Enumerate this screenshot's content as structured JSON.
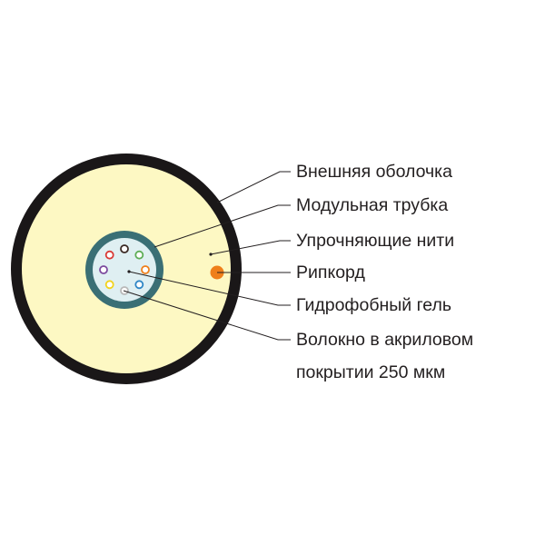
{
  "colors": {
    "outer_sheath": "#1a1718",
    "strength_fill": "#fdf8c3",
    "module_tube": "#3a6f75",
    "gel": "#dfeff2",
    "ripcord": "#ef7f1a",
    "leader": "#231f20",
    "text": "#231f20"
  },
  "fiber_colors": [
    "#3b2a24",
    "#5fae57",
    "#ef7f1a",
    "#2f86c6",
    "#ffffff",
    "#f2d31c",
    "#7c4a9e",
    "#d93a35"
  ],
  "labels": [
    "Внешняя оболочка",
    "Модульная трубка",
    "Упрочняющие нити",
    "Рипкорд",
    "Гидрофобный гель",
    "Волокно в акриловом",
    "покрытии 250 мкм"
  ]
}
